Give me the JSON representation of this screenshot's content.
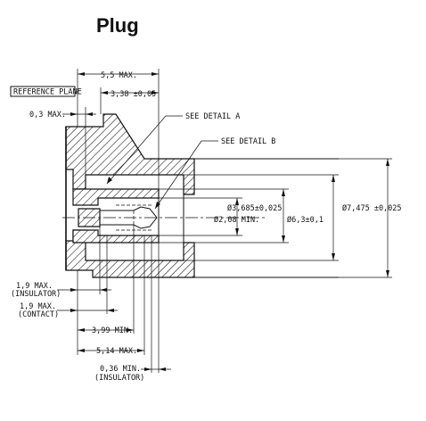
{
  "title": "Plug",
  "labels": {
    "reference_plane": "REFERENCE PLANE",
    "dim_5_5_max": "5,5 MAX.",
    "dim_3_38": "3,38 ±0,05",
    "dim_0_3_max": "0,3 MAX.",
    "see_detail_a": "SEE DETAIL A",
    "see_detail_b": "SEE DETAIL B",
    "dia_3_685": "Ø3,685±0,025",
    "dia_2_08": "Ø2,08 MIN.",
    "dia_6_3": "Ø6,3±0,1",
    "dia_7_475": "Ø7,475 ±0,025",
    "dim_1_9_insulator_value": "1,9 MAX.",
    "dim_1_9_insulator_note": "(INSULATOR)",
    "dim_1_9_contact_value": "1,9 MAX.",
    "dim_1_9_contact_note": "(CONTACT)",
    "dim_3_99": "3,99 MIN.",
    "dim_5_14": "5,14 MAX.",
    "dim_0_36_value": "0,36 MIN.",
    "dim_0_36_note": "(INSULATOR)"
  }
}
